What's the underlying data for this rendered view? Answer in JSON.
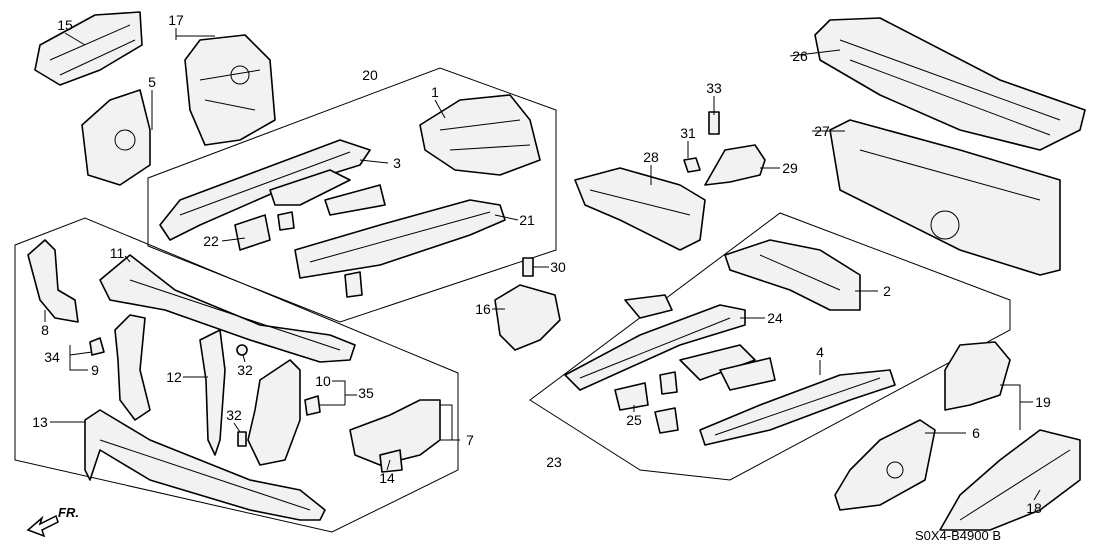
{
  "diagram": {
    "callouts": [
      "1",
      "2",
      "3",
      "4",
      "5",
      "6",
      "7",
      "8",
      "9",
      "10",
      "11",
      "12",
      "13",
      "14",
      "15",
      "16",
      "17",
      "18",
      "19",
      "20",
      "21",
      "22",
      "23",
      "24",
      "25",
      "26",
      "27",
      "28",
      "29",
      "30",
      "31",
      "32",
      "32",
      "33",
      "34",
      "35"
    ],
    "direction_label": "FR.",
    "drawing_code": "S0X4-B4900 B"
  }
}
